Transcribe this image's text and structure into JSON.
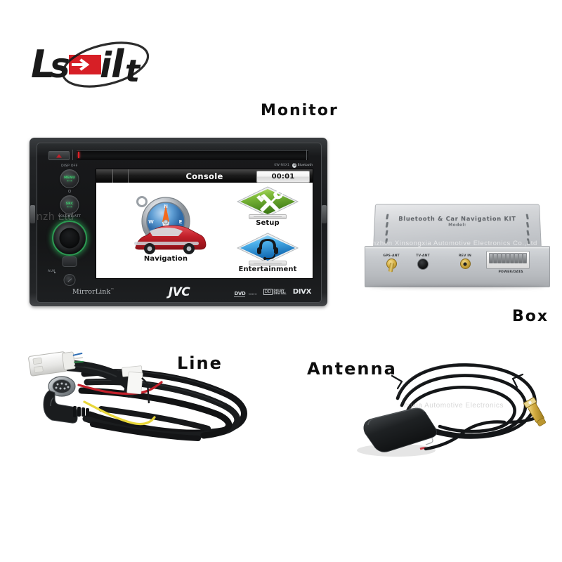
{
  "brand": {
    "logo_text": "Lsailt",
    "logo_accent_color": "#d71f26",
    "logo_text_color": "#1a1a1a"
  },
  "labels": {
    "monitor": "Monitor",
    "box": "Box",
    "line": "Line",
    "antenna": "Antenna"
  },
  "watermark": {
    "company": "Shenzhen Xinsongxia Automotive Electronics Co.,Ltd",
    "monitor_fragment": "nzh                                                      Ltd",
    "antenna_fragment": "ngxia Automotive Electronics"
  },
  "monitor": {
    "brand": "JVC",
    "model": "KW-NSX1",
    "bluetooth_label": "Bluetooth",
    "mirrorlink": "MirrorLink",
    "mirrorlink_tm": "™",
    "format_logos": [
      {
        "name": "dvd-video-logo",
        "line1": "DVD",
        "line2": "VIDEO"
      },
      {
        "name": "dolby-digital-logo",
        "mark": "DD",
        "line1": "DOLBY",
        "line2": "DIGITAL"
      },
      {
        "name": "divx-logo",
        "text": "DIVX"
      }
    ],
    "controls": {
      "disp_off": "DISP OFF",
      "menu": "MENU",
      "power_symbol": "⏻",
      "src": "SRC",
      "volume": "VOLUME/ATT",
      "aux": "AUX",
      "knob_glow_color": "#2ebe5f"
    },
    "screen": {
      "title": "Console",
      "clock": "00:01",
      "icons": [
        {
          "name": "navigation",
          "label": "Navigation",
          "kind": "compass-car",
          "color": "#3a7fc4"
        },
        {
          "name": "setup",
          "label": "Setup",
          "kind": "diamond-tools",
          "color": "#5fa832"
        },
        {
          "name": "entertainment",
          "label": "Entertainment",
          "kind": "diamond-headset",
          "color": "#2e9de0"
        }
      ]
    }
  },
  "box": {
    "title": "Bluetooth & Car Navigation KIT",
    "model_label": "Model:",
    "ports": [
      {
        "name": "gps-ant-port",
        "label": "GPS-ANT",
        "type": "sma"
      },
      {
        "name": "tv-ant-port",
        "label": "TV-ANT",
        "type": "jack"
      },
      {
        "name": "rev-in-port",
        "label": "REV IN",
        "type": "rca"
      },
      {
        "name": "power-data-port",
        "label": "POWER/DATA",
        "type": "connector",
        "pins": 9
      }
    ]
  },
  "line": {
    "description": "Wiring harness with white connector, DIN plug, red and yellow power wires and coiled black cable",
    "wire_colors": [
      "#111111",
      "#cc2222",
      "#e8d63a",
      "#ffffff"
    ]
  },
  "antenna": {
    "description": "GPS puck antenna with coiled black cable and gold SMA connector",
    "connector_color": "#d9b449"
  }
}
